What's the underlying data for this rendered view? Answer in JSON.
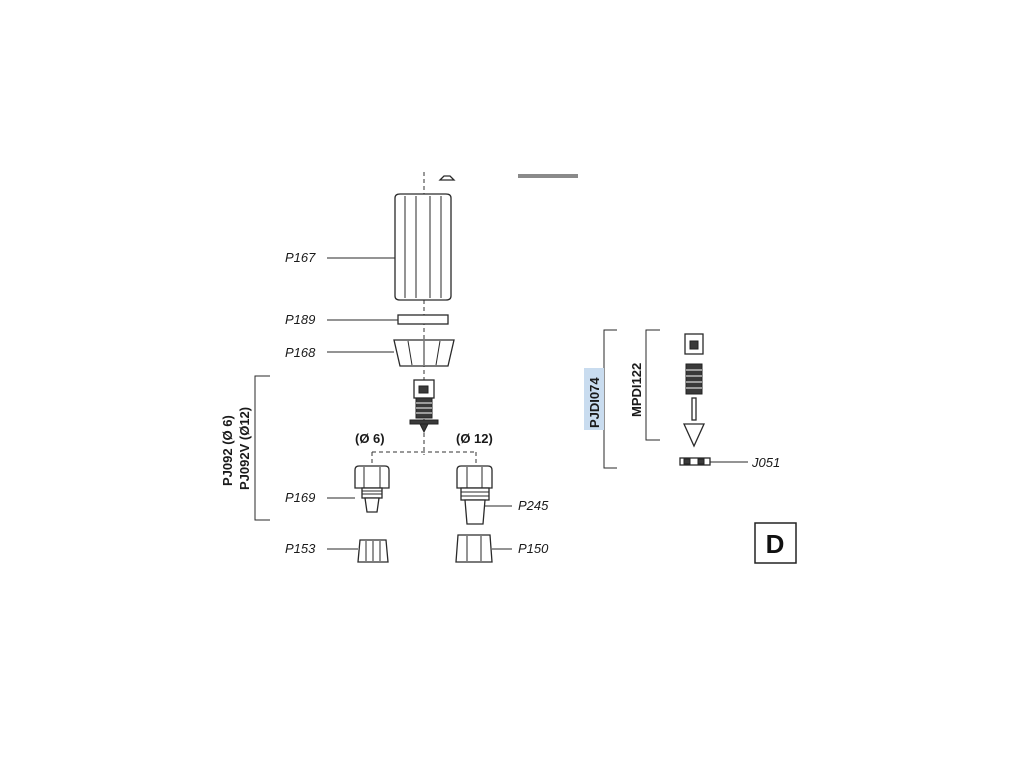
{
  "parts": {
    "p167": "P167",
    "p189": "P189",
    "p168": "P168",
    "p169": "P169",
    "p153": "P153",
    "p245": "P245",
    "p150": "P150",
    "j051": "J051"
  },
  "groups": {
    "pj092": "PJ092 (Ø 6)",
    "pj092v": "PJ092V (Ø12)",
    "pjdi074": "PJDI074",
    "mpdi122": "MPDI122"
  },
  "sizes": {
    "d6": "(Ø 6)",
    "d12": "(Ø 12)"
  },
  "panel_letter": "D",
  "colors": {
    "highlight": "#c9dcef"
  }
}
